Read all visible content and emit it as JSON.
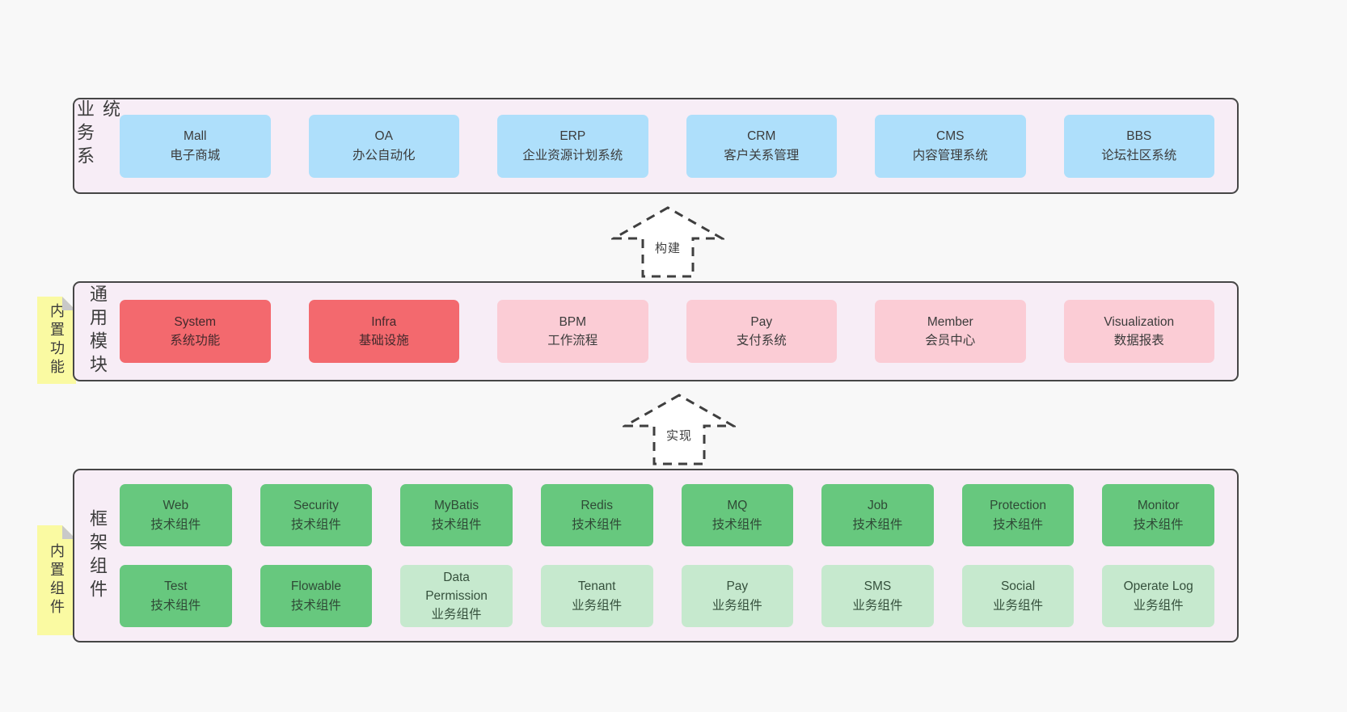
{
  "diagram": {
    "arrows": [
      {
        "label": "构建"
      },
      {
        "label": "实现"
      }
    ],
    "layers": [
      {
        "label": "业务系统",
        "boxes": [
          {
            "title": "Mall",
            "subtitle": "电子商城"
          },
          {
            "title": "OA",
            "subtitle": "办公自动化"
          },
          {
            "title": "ERP",
            "subtitle": "企业资源计划系统"
          },
          {
            "title": "CRM",
            "subtitle": "客户关系管理"
          },
          {
            "title": "CMS",
            "subtitle": "内容管理系统"
          },
          {
            "title": "BBS",
            "subtitle": "论坛社区系统"
          }
        ]
      },
      {
        "label": "通用模块",
        "note": "内置功能",
        "boxes": [
          {
            "title": "System",
            "subtitle": "系统功能",
            "variant": "red"
          },
          {
            "title": "Infra",
            "subtitle": "基础设施",
            "variant": "red"
          },
          {
            "title": "BPM",
            "subtitle": "工作流程",
            "variant": "pink"
          },
          {
            "title": "Pay",
            "subtitle": "支付系统",
            "variant": "pink"
          },
          {
            "title": "Member",
            "subtitle": "会员中心",
            "variant": "pink"
          },
          {
            "title": "Visualization",
            "subtitle": "数据报表",
            "variant": "pink"
          }
        ]
      },
      {
        "label": "框架组件",
        "note": "内置组件",
        "rows": [
          [
            {
              "title": "Web",
              "subtitle": "技术组件",
              "variant": "green"
            },
            {
              "title": "Security",
              "subtitle": "技术组件",
              "variant": "green"
            },
            {
              "title": "MyBatis",
              "subtitle": "技术组件",
              "variant": "green"
            },
            {
              "title": "Redis",
              "subtitle": "技术组件",
              "variant": "green"
            },
            {
              "title": "MQ",
              "subtitle": "技术组件",
              "variant": "green"
            },
            {
              "title": "Job",
              "subtitle": "技术组件",
              "variant": "green"
            },
            {
              "title": "Protection",
              "subtitle": "技术组件",
              "variant": "green"
            },
            {
              "title": "Monitor",
              "subtitle": "技术组件",
              "variant": "green"
            }
          ],
          [
            {
              "title": "Test",
              "subtitle": "技术组件",
              "variant": "green"
            },
            {
              "title": "Flowable",
              "subtitle": "技术组件",
              "variant": "green"
            },
            {
              "title": "Data Permission",
              "subtitle": "业务组件",
              "variant": "lightgreen"
            },
            {
              "title": "Tenant",
              "subtitle": "业务组件",
              "variant": "lightgreen"
            },
            {
              "title": "Pay",
              "subtitle": "业务组件",
              "variant": "lightgreen"
            },
            {
              "title": "SMS",
              "subtitle": "业务组件",
              "variant": "lightgreen"
            },
            {
              "title": "Social",
              "subtitle": "业务组件",
              "variant": "lightgreen"
            },
            {
              "title": "Operate Log",
              "subtitle": "业务组件",
              "variant": "lightgreen"
            }
          ]
        ]
      }
    ],
    "colors": {
      "page_bg": "#f8f8f8",
      "panel_bg": "#f7edf6",
      "panel_border": "#464646",
      "blue": "#aedffb",
      "red": "#f3696e",
      "pink": "#fbccd5",
      "green": "#67c87e",
      "light_green": "#c6e9ce",
      "note_yellow": "#fafaa2",
      "text": "#3b3b3b"
    }
  }
}
